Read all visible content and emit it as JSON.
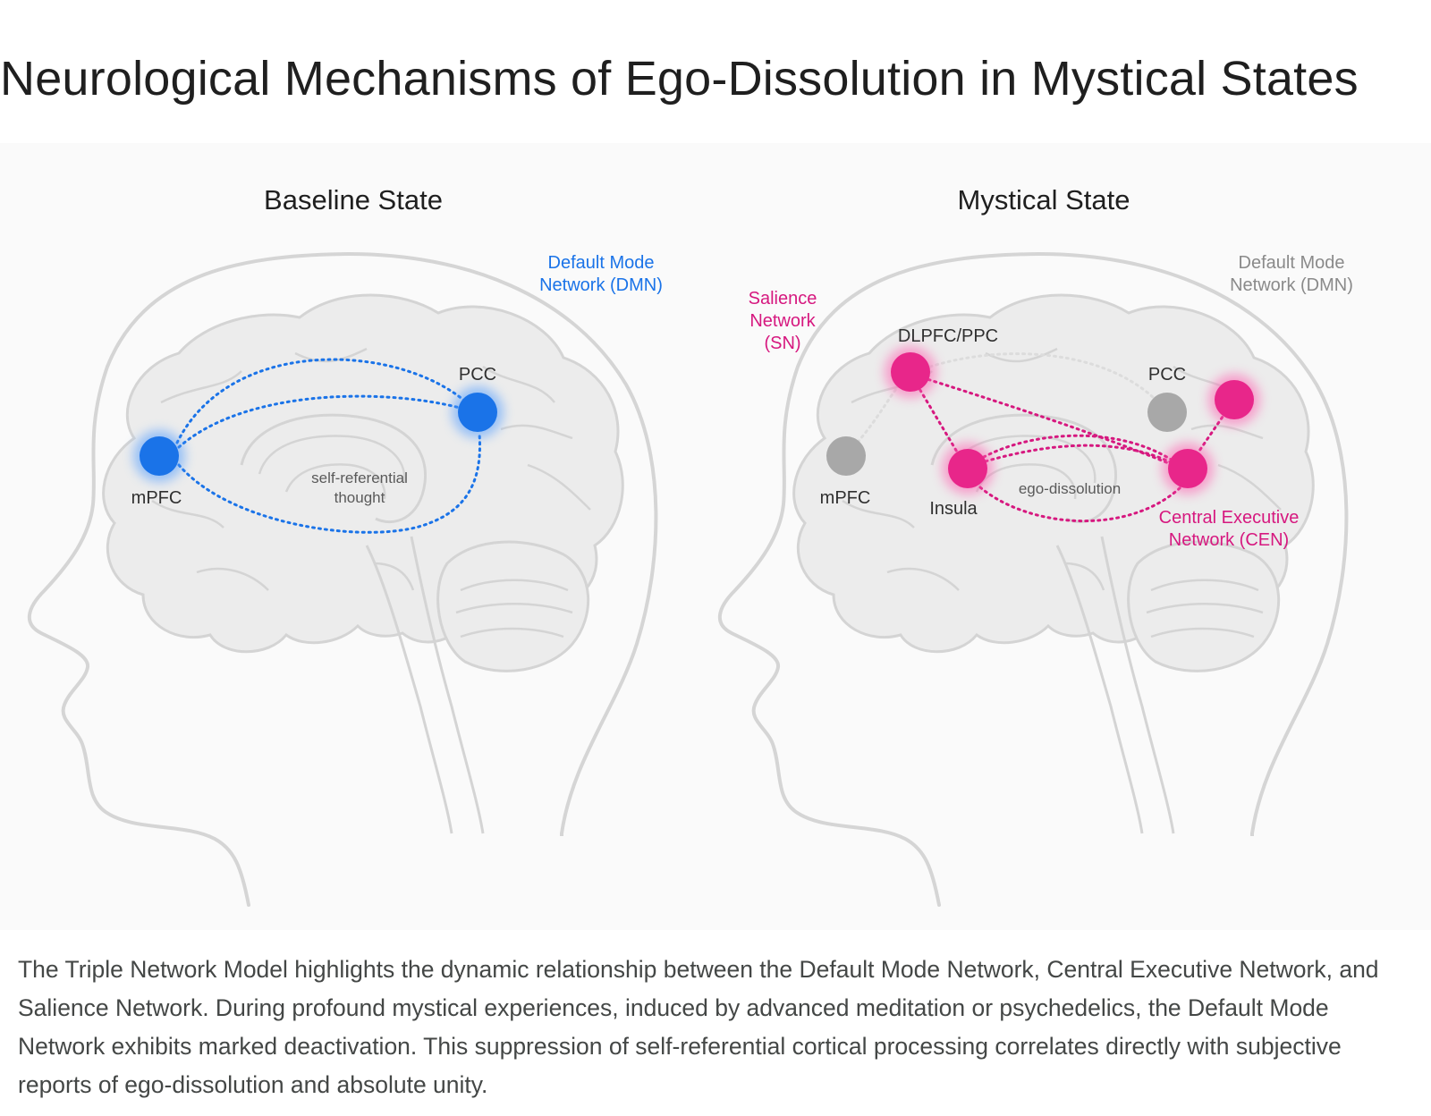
{
  "title": "Neurological Mechanisms of Ego-Dissolution in Mystical States",
  "colors": {
    "dmn_blue": "#1a73e8",
    "salience_magenta": "#e8268a",
    "inactive_gray": "#a8a8a8",
    "brain_fill": "#ececec",
    "outline": "#d2d2d2"
  },
  "baseline": {
    "heading": "Baseline State",
    "network_label_line1": "Default Mode",
    "network_label_line2": "Network (DMN)",
    "nodes": {
      "mpfc": "mPFC",
      "pcc": "PCC"
    },
    "center_label_line1": "self-referential",
    "center_label_line2": "thought"
  },
  "mystical": {
    "heading": "Mystical State",
    "dmn_label_line1": "Default Mode",
    "dmn_label_line2": "Network (DMN)",
    "sn_label_line1": "Salience",
    "sn_label_line2": "Network",
    "sn_label_line3": "(SN)",
    "cen_label_line1": "Central Executive",
    "cen_label_line2": "Network (CEN)",
    "nodes": {
      "dlpfc": "DLPFC/PPC",
      "pcc": "PCC",
      "mpfc": "mPFC",
      "insula": "Insula"
    },
    "center_label": "ego-dissolution"
  },
  "caption": "The Triple Network Model highlights the dynamic relationship between the Default Mode Network, Central Executive Network, and Salience Network. During profound mystical experiences, induced by advanced meditation or psychedelics, the Default Mode Network exhibits marked deactivation. This suppression of self-referential cortical processing correlates directly with subjective reports of ego-dissolution and absolute unity."
}
